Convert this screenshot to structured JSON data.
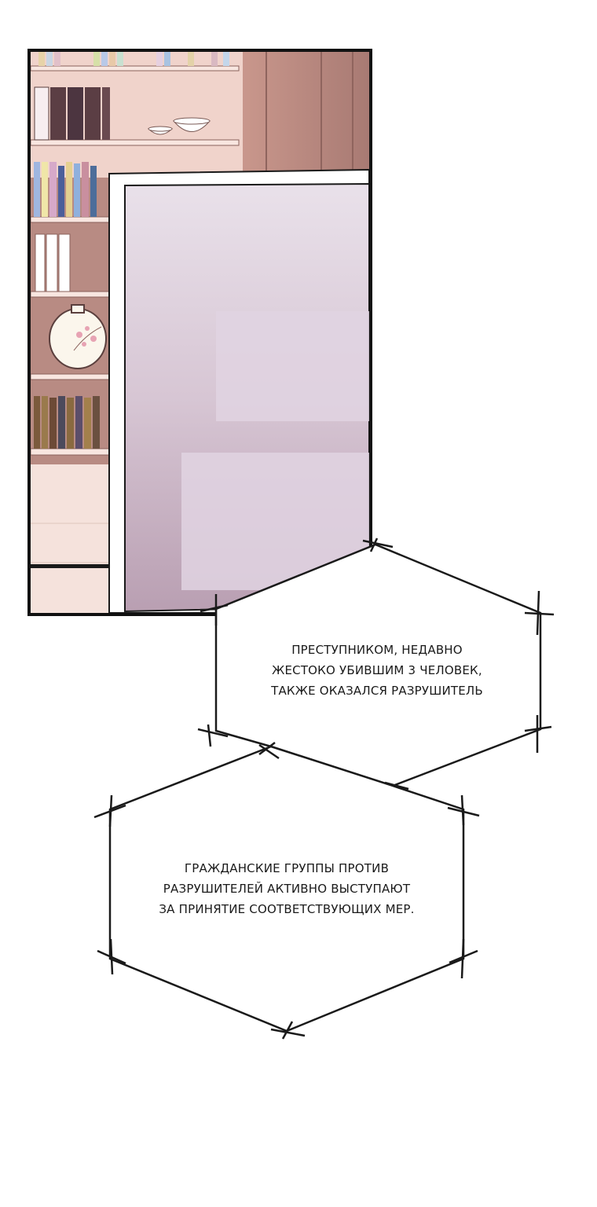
{
  "comic": {
    "bubble_1": {
      "lines": [
        "Преступником, недавно",
        "жестоко убившим 3 человек,",
        "также оказался разрушитель"
      ]
    },
    "bubble_2": {
      "lines": [
        "Гражданские группы против",
        "разрушителей активно выступают",
        "за принятие соответствующих мер."
      ]
    }
  },
  "colors": {
    "panel_border": "#111111",
    "wall_wood": "#b98a82",
    "shelf_light": "#f4dbd3",
    "monitor_frame": "#ffffff",
    "screen_top": "#e6dde6",
    "screen_bottom": "#bfa7b8",
    "text": "#1a1a1a"
  }
}
